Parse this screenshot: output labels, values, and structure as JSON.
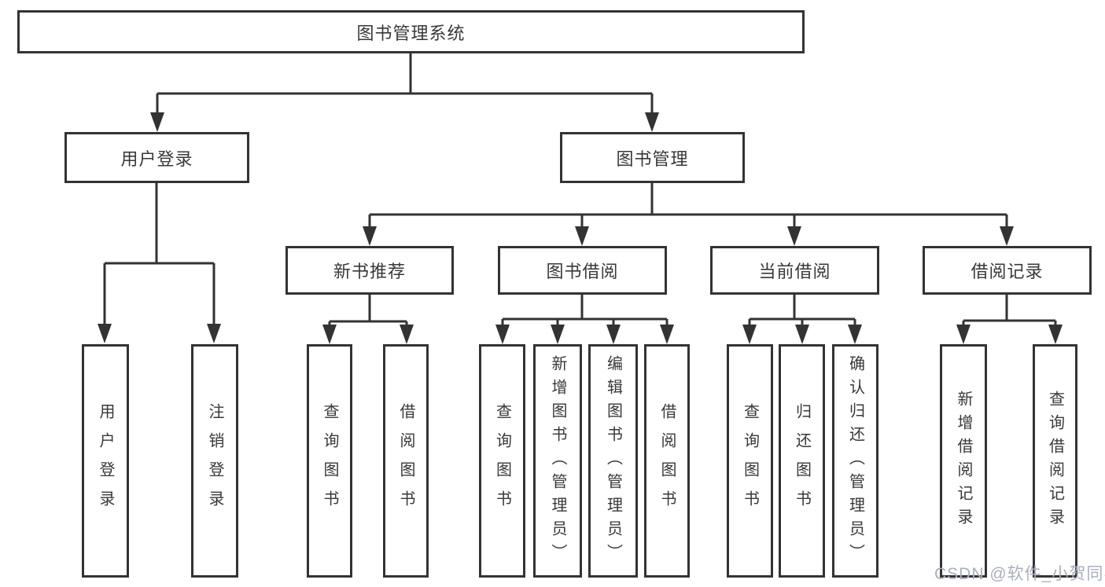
{
  "diagram": {
    "colors": {
      "line": "#333333",
      "box_border": "#333333",
      "text": "#383838",
      "watermark": "#a9afbd",
      "background": "#ffffff"
    },
    "tree": {
      "label": "图书管理系统",
      "children": [
        {
          "label": "用户登录",
          "children": [
            {
              "label": "用户登录"
            },
            {
              "label": "注销登录"
            }
          ]
        },
        {
          "label": "图书管理",
          "children": [
            {
              "label": "新书推荐",
              "children": [
                {
                  "label": "查询图书"
                },
                {
                  "label": "借阅图书"
                }
              ]
            },
            {
              "label": "图书借阅",
              "children": [
                {
                  "label": "查询图书"
                },
                {
                  "label": "新增图书（管理员）"
                },
                {
                  "label": "编辑图书（管理员）"
                },
                {
                  "label": "借阅图书"
                }
              ]
            },
            {
              "label": "当前借阅",
              "children": [
                {
                  "label": "查询图书"
                },
                {
                  "label": "归还图书"
                },
                {
                  "label": "确认归还（管理员）"
                }
              ]
            },
            {
              "label": "借阅记录",
              "children": [
                {
                  "label": "新增借阅记录"
                },
                {
                  "label": "查询借阅记录"
                }
              ]
            }
          ]
        }
      ]
    },
    "watermark": {
      "text": "CSDN @软件_小贺同学"
    }
  }
}
